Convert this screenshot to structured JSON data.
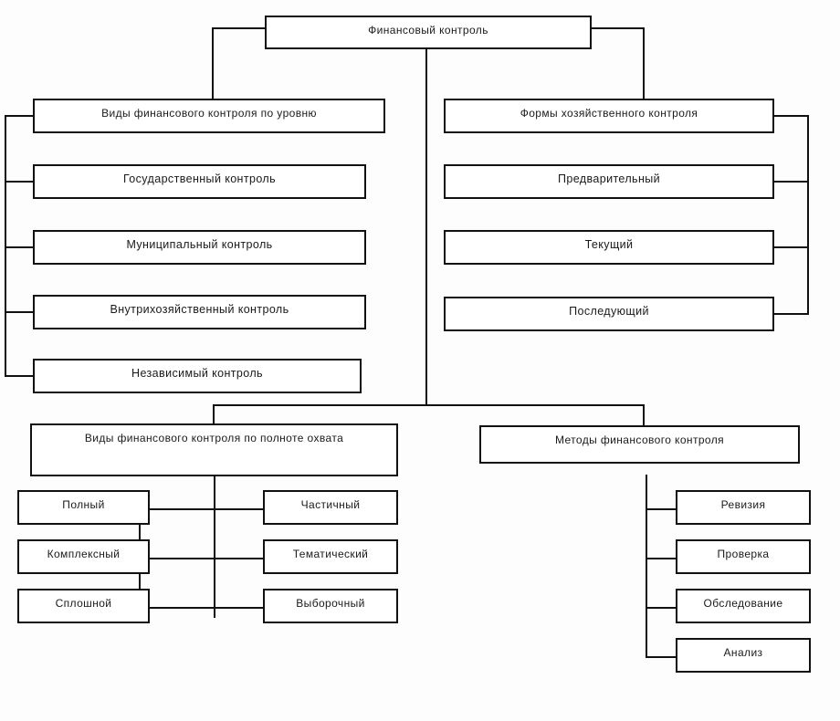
{
  "diagram": {
    "title_box": {
      "label": "Финансовый контроль"
    },
    "branch_levels": {
      "header": "Виды финансового контроля по уровню",
      "items": [
        "Государственный контроль",
        "Муниципальный контроль",
        "Внутрихозяйственный контроль",
        "Независимый контроль"
      ]
    },
    "branch_forms": {
      "header": "Формы хозяйственного контроля",
      "items": [
        "Предварительный",
        "Текущий",
        "Последующий"
      ]
    },
    "branch_scope": {
      "header": "Виды финансового контроля по полноте охвата",
      "left_items": [
        "Полный",
        "Комплексный",
        "Сплошной"
      ],
      "right_items": [
        "Частичный",
        "Тематический",
        "Выборочный"
      ]
    },
    "branch_methods": {
      "header": "Методы финансового контроля",
      "items": [
        "Ревизия",
        "Проверка",
        "Обследование",
        "Анализ"
      ]
    },
    "style": {
      "line_color": "#111111",
      "box_fill": "#ffffff",
      "background": "#fdfdfd",
      "text_color": "#1a1a1a"
    }
  }
}
